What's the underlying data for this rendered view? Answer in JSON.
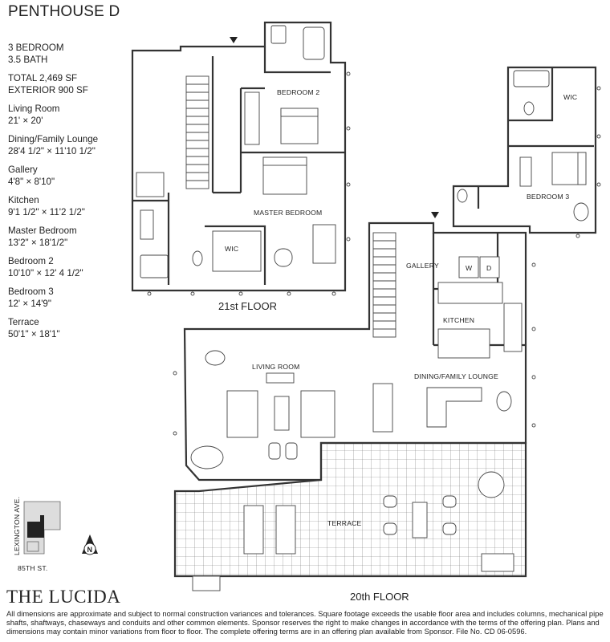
{
  "unit": {
    "title": "PENTHOUSE D",
    "specs": [
      {
        "name": "bedrooms",
        "lines": [
          "3 BEDROOM",
          "3.5 BATH"
        ]
      },
      {
        "name": "area",
        "lines": [
          "TOTAL 2,469 SF",
          "EXTERIOR 900 SF"
        ]
      },
      {
        "name": "living-room",
        "lines": [
          "Living Room",
          "21' × 20'"
        ]
      },
      {
        "name": "dining-family-lounge",
        "lines": [
          "Dining/Family Lounge",
          "28'4 1/2\" × 11'10 1/2\""
        ]
      },
      {
        "name": "gallery",
        "lines": [
          "Gallery",
          "4'8\" × 8'10\""
        ]
      },
      {
        "name": "kitchen",
        "lines": [
          "Kitchen",
          "9'1 1/2\" × 11'2 1/2\""
        ]
      },
      {
        "name": "master-bedroom",
        "lines": [
          "Master Bedroom",
          "13'2\" × 18'1/2\""
        ]
      },
      {
        "name": "bedroom-2",
        "lines": [
          "Bedroom 2",
          "10'10\" × 12' 4 1/2\""
        ]
      },
      {
        "name": "bedroom-3",
        "lines": [
          "Bedroom 3",
          "12' × 14'9\""
        ]
      },
      {
        "name": "terrace",
        "lines": [
          "Terrace",
          "50'1\" × 18'1\""
        ]
      }
    ]
  },
  "plan": {
    "floor_labels": {
      "upper": "21st FLOOR",
      "lower": "20th FLOOR"
    },
    "rooms": {
      "bedroom2": "BEDROOM 2",
      "master": "MASTER BEDROOM",
      "wic1": "WIC",
      "wic2": "WIC",
      "bedroom3": "BEDROOM 3",
      "gallery": "GALLERY",
      "kitchen": "KITCHEN",
      "living": "LIVING ROOM",
      "dining": "DINING/FAMILY LOUNGE",
      "terrace": "TERRACE",
      "washer": "W",
      "dryer": "D"
    },
    "key_map": {
      "street1": "LEXINGTON AVE.",
      "street2": "85TH ST.",
      "north": "N"
    }
  },
  "footer": {
    "brand": "THE LUCIDA",
    "disclaimer": "All dimensions are approximate and subject to normal construction variances and tolerances.  Square footage exceeds the usable floor area and includes columns, mechanical pipe shafts, shaftways, chaseways and conduits and other common elements.  Sponsor reserves the right to make changes in accordance with the terms of the offering plan. Plans and dimensions may contain minor variations from floor to floor. The complete offering terms are in an offering plan available from Sponsor.  File No. CD 06-0596."
  }
}
